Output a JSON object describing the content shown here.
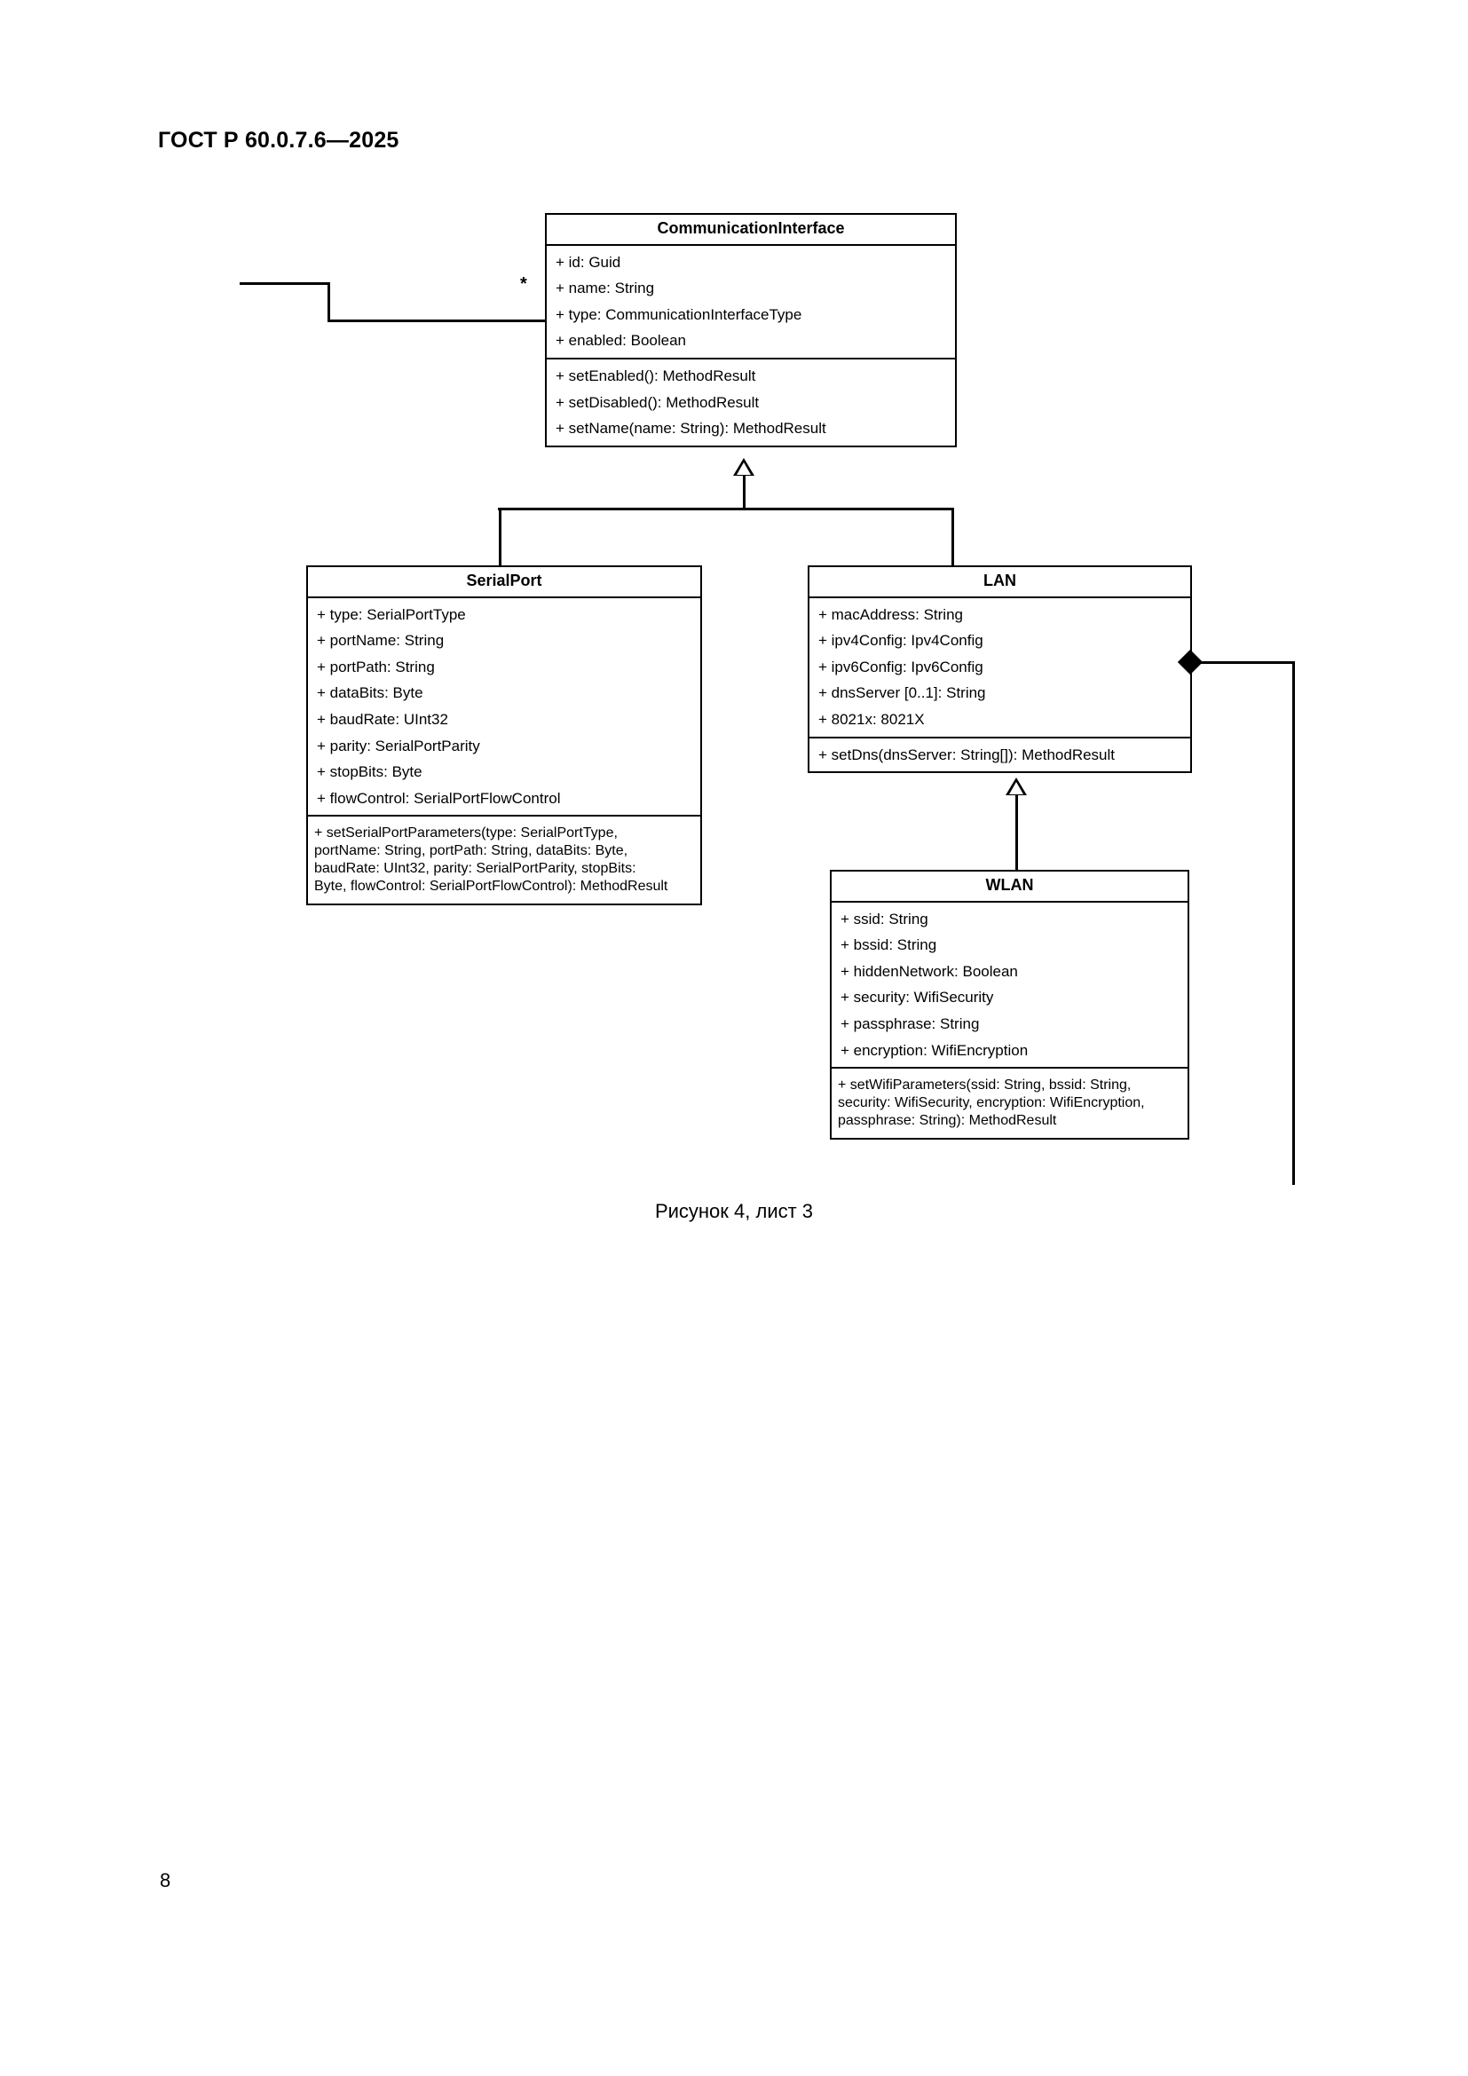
{
  "document": {
    "header": "ГОСТ Р 60.0.7.6—2025",
    "page_number": "8",
    "figure_caption": "Рисунок 4, лист 3"
  },
  "diagram": {
    "type": "uml-class-diagram",
    "classes": [
      {
        "name": "CommunicationInterface",
        "attributes": [
          "+ id: Guid",
          "+ name: String",
          "+ type: CommunicationInterfaceType",
          "+ enabled: Boolean"
        ],
        "methods": [
          "+ setEnabled(): MethodResult",
          "+ setDisabled(): MethodResult",
          "+ setName(name: String): MethodResult"
        ]
      },
      {
        "name": "SerialPort",
        "attributes": [
          "+ type: SerialPortType",
          "+ portName: String",
          "+ portPath: String",
          "+ dataBits: Byte",
          "+ baudRate: UInt32",
          "+ parity: SerialPortParity",
          "+ stopBits: Byte",
          "+ flowControl: SerialPortFlowControl"
        ],
        "methods": [
          "+ setSerialPortParameters(type: SerialPortType,\nportName: String, portPath: String, dataBits: Byte,\n baudRate: UInt32, parity: SerialPortParity, stopBits:\nByte, flowControl: SerialPortFlowControl): MethodResult"
        ]
      },
      {
        "name": "LAN",
        "attributes": [
          "+ macAddress: String",
          "+ ipv4Config: Ipv4Config",
          "+ ipv6Config: Ipv6Config",
          "+ dnsServer [0..1]: String",
          "+ 8021x: 8021X"
        ],
        "methods": [
          "+ setDns(dnsServer: String[]): MethodResult"
        ]
      },
      {
        "name": "WLAN",
        "attributes": [
          "+ ssid: String",
          "+ bssid: String",
          "+ hiddenNetwork: Boolean",
          "+ security: WifiSecurity",
          "+ passphrase: String",
          "+ encryption: WifiEncryption"
        ],
        "methods": [
          "+ setWifiParameters(ssid: String, bssid: String,\nsecurity: WifiSecurity, encryption: WifiEncryption,\n passphrase: String): MethodResult"
        ]
      }
    ],
    "relationships": {
      "association_multiplicity": "*",
      "generalizations": [
        "SerialPort -> CommunicationInterface",
        "LAN -> CommunicationInterface",
        "WLAN -> LAN"
      ],
      "compositions": [
        "LAN <>- (continues off sheet)"
      ]
    },
    "colors": {
      "line": "#000000",
      "background": "#ffffff",
      "text": "#000000"
    }
  }
}
